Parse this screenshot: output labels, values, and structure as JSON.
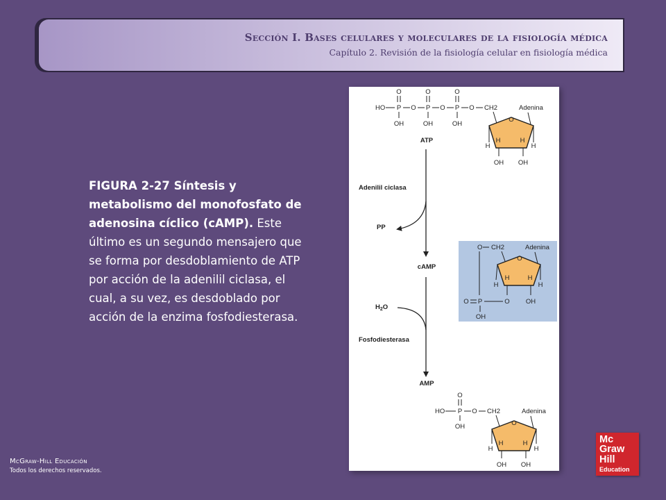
{
  "header": {
    "section_title": "Sección I. Bases celulares y moleculares de la fisiología médica",
    "chapter_title": "Capítulo 2. Revisión de la fisiología celular en fisiología médica"
  },
  "caption": {
    "bold": "FIGURA 2-27 Síntesis y metabolismo del monofosfato de adenosina cíclico (cAMP).",
    "body": " Este último es un segundo mensajero que se forma por desdoblamiento de ATP por acción de la adenilil ciclasa, el cual, a su vez, es desdoblado por acción de la enzima fosfodiesterasa."
  },
  "figure": {
    "atp": "ATP",
    "adenylyl_cyclase": "Adenilil ciclasa",
    "pp": "PP",
    "camp": "cAMP",
    "h2o": "H2O",
    "phosphodiesterase": "Fosfodiesterasa",
    "amp": "AMP",
    "adenine": "Adenina",
    "ho": "HO",
    "oh": "OH",
    "o": "O",
    "p": "P",
    "h": "H",
    "ch2": "CH2",
    "colors": {
      "sugar": "#f5bb6a",
      "camp_box": "#b3c7e2"
    }
  },
  "footer": {
    "publisher": "McGraw-Hill Educación",
    "rights": "Todos los derechos reservados."
  },
  "logo": {
    "line1": "Mc",
    "line2": "Graw",
    "line3": "Hill",
    "line4": "Education"
  }
}
